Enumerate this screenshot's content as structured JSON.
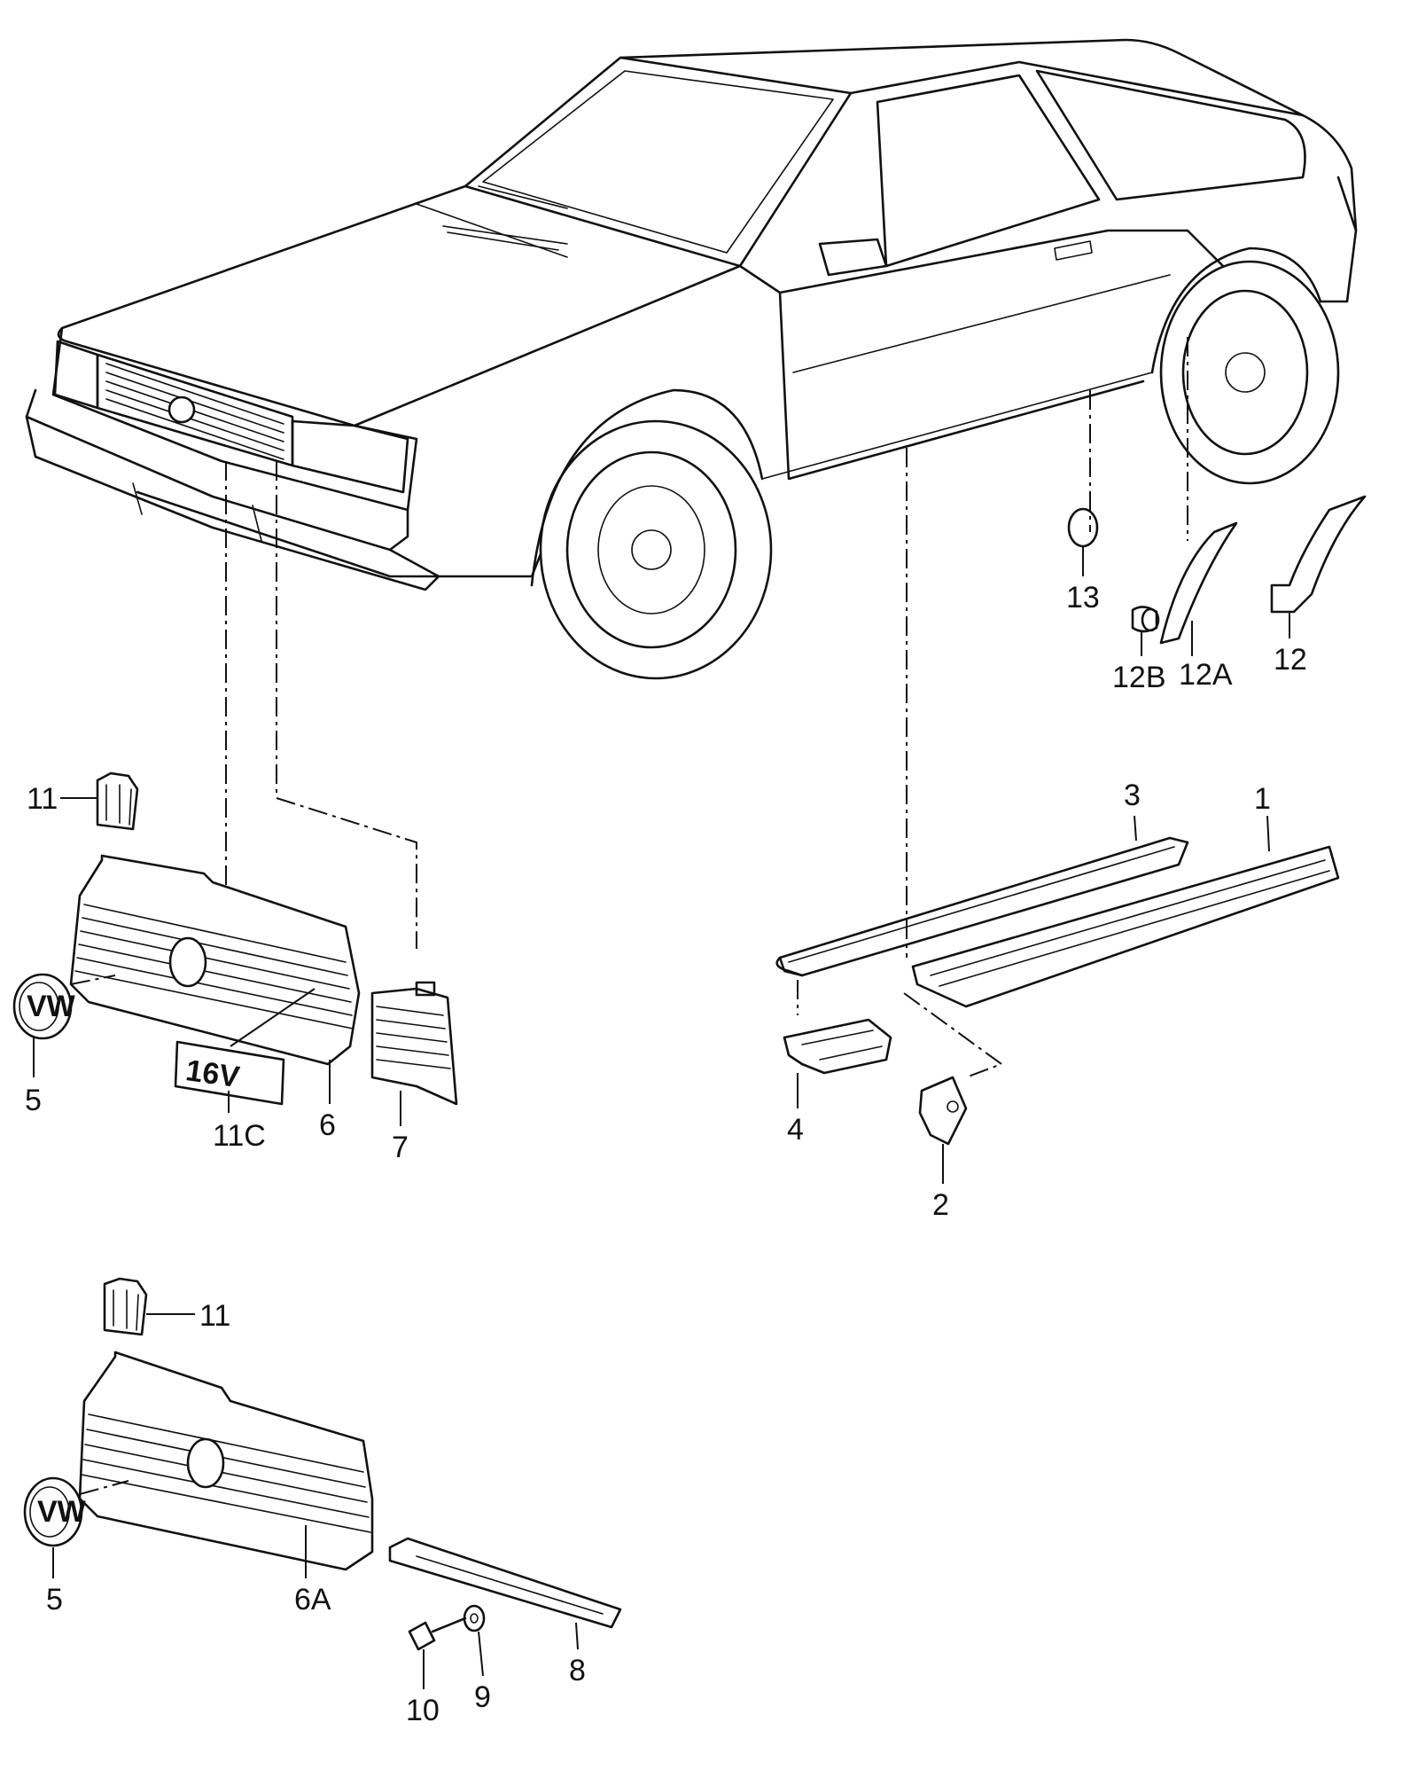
{
  "diagram": {
    "callouts": {
      "p1": "1",
      "p2": "2",
      "p3": "3",
      "p4": "4",
      "p5_top": "5",
      "p5_bottom": "5",
      "p6": "6",
      "p6a": "6A",
      "p7": "7",
      "p8": "8",
      "p9": "9",
      "p10": "10",
      "p11_top": "11",
      "p11_bottom": "11",
      "p11c": "11C",
      "p12": "12",
      "p12a": "12A",
      "p12b": "12B",
      "p13": "13"
    },
    "badge_text": "16V"
  }
}
